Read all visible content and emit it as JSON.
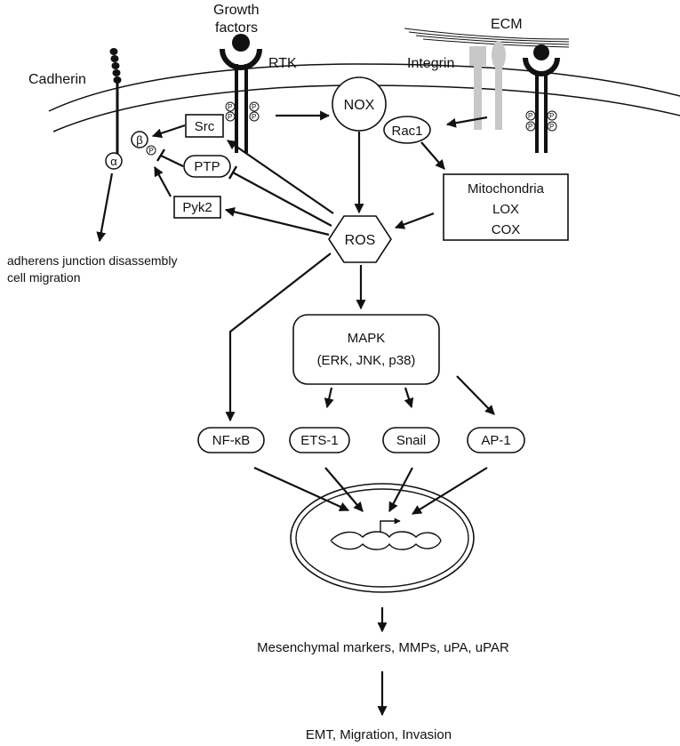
{
  "labels": {
    "growth_factors_line1": "Growth",
    "growth_factors_line2": "factors",
    "ecm": "ECM",
    "cadherin": "Cadherin",
    "rtk": "RTK",
    "integrin": "Integrin",
    "nox": "NOX",
    "rac1": "Rac1",
    "src": "Src",
    "ptp": "PTP",
    "pyk2": "Pyk2",
    "beta": "β",
    "alpha": "α",
    "phospho": "P",
    "mito_line1": "Mitochondria",
    "mito_line2": "LOX",
    "mito_line3": "COX",
    "ros": "ROS",
    "adherens_line1": "adherens junction disassembly",
    "adherens_line2": "cell migration",
    "mapk_line1": "MAPK",
    "mapk_line2": "(ERK, JNK, p38)",
    "nfkb": "NF-κB",
    "ets1": "ETS-1",
    "snail": "Snail",
    "ap1": "AP-1",
    "markers": "Mesenchymal markers, MMPs, uPA, uPAR",
    "outcome": "EMT, Migration, Invasion"
  }
}
